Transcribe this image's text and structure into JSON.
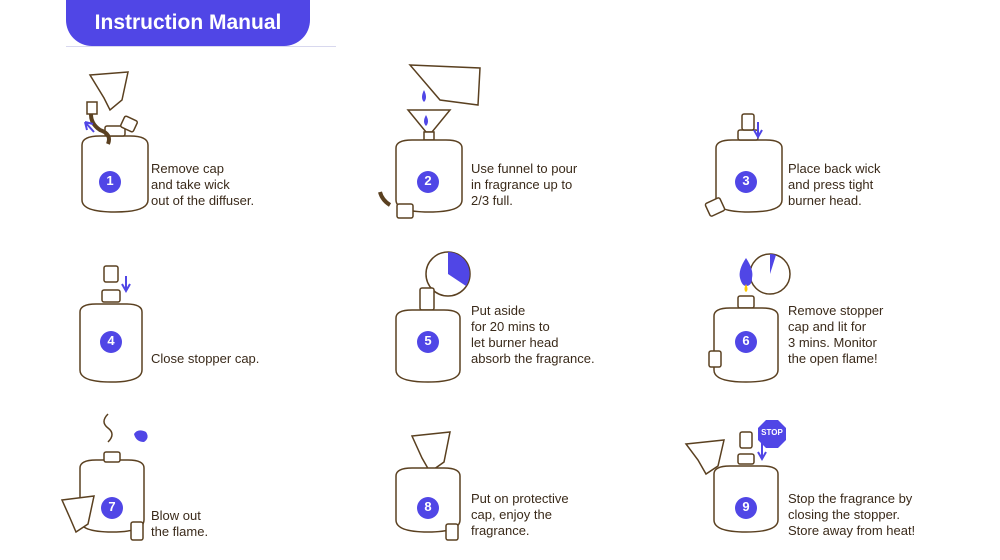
{
  "header": {
    "title": "Instruction Manual"
  },
  "colors": {
    "accent": "#5046e6",
    "ink": "#5a4020",
    "text": "#3a2a1a"
  },
  "steps": [
    {
      "number": "1",
      "caption": "Remove cap\nand take wick\nout of the diffuser."
    },
    {
      "number": "2",
      "caption": "Use funnel to pour\nin fragrance up to\n2/3 full."
    },
    {
      "number": "3",
      "caption": "Place back wick\nand press tight\nburner head."
    },
    {
      "number": "4",
      "caption": "Close stopper cap."
    },
    {
      "number": "5",
      "caption": "Put aside\nfor 20 mins to\nlet burner head\nabsorb the fragrance."
    },
    {
      "number": "6",
      "caption": "Remove stopper\ncap and lit for\n3 mins. Monitor\nthe open flame!"
    },
    {
      "number": "7",
      "caption": "Blow out\nthe flame."
    },
    {
      "number": "8",
      "caption": "Put on protective\ncap, enjoy the\nfragrance."
    },
    {
      "number": "9",
      "caption": "Stop the fragrance by\nclosing the stopper.\nStore away from heat!"
    }
  ],
  "stop_sign": {
    "label": "STOP"
  }
}
